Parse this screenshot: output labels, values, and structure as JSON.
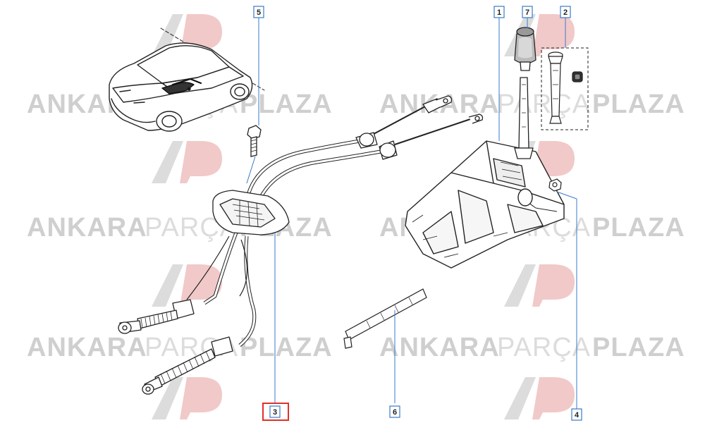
{
  "watermark": {
    "word_bold_1": "ANKARA",
    "word_light": "PARÇA",
    "word_bold_2": "PLAZA",
    "logo_letters": "AP",
    "text_color": "#cfcfcf",
    "light_color": "#dcdcdc",
    "logo_color_dark": "#d8d8d8",
    "logo_color_accent": "#f1c9c9"
  },
  "callouts": [
    {
      "id": "5",
      "label": "5",
      "highlighted": false
    },
    {
      "id": "1",
      "label": "1",
      "highlighted": false
    },
    {
      "id": "7",
      "label": "7",
      "highlighted": false
    },
    {
      "id": "2",
      "label": "2",
      "highlighted": false
    },
    {
      "id": "3",
      "label": "3",
      "highlighted": true
    },
    {
      "id": "6",
      "label": "6",
      "highlighted": false
    },
    {
      "id": "4",
      "label": "4",
      "highlighted": false
    }
  ],
  "colors": {
    "line": "#222222",
    "leader": "#3a7bc8",
    "callout_border": "#3a7bc8",
    "highlight_border": "#e0302a"
  }
}
